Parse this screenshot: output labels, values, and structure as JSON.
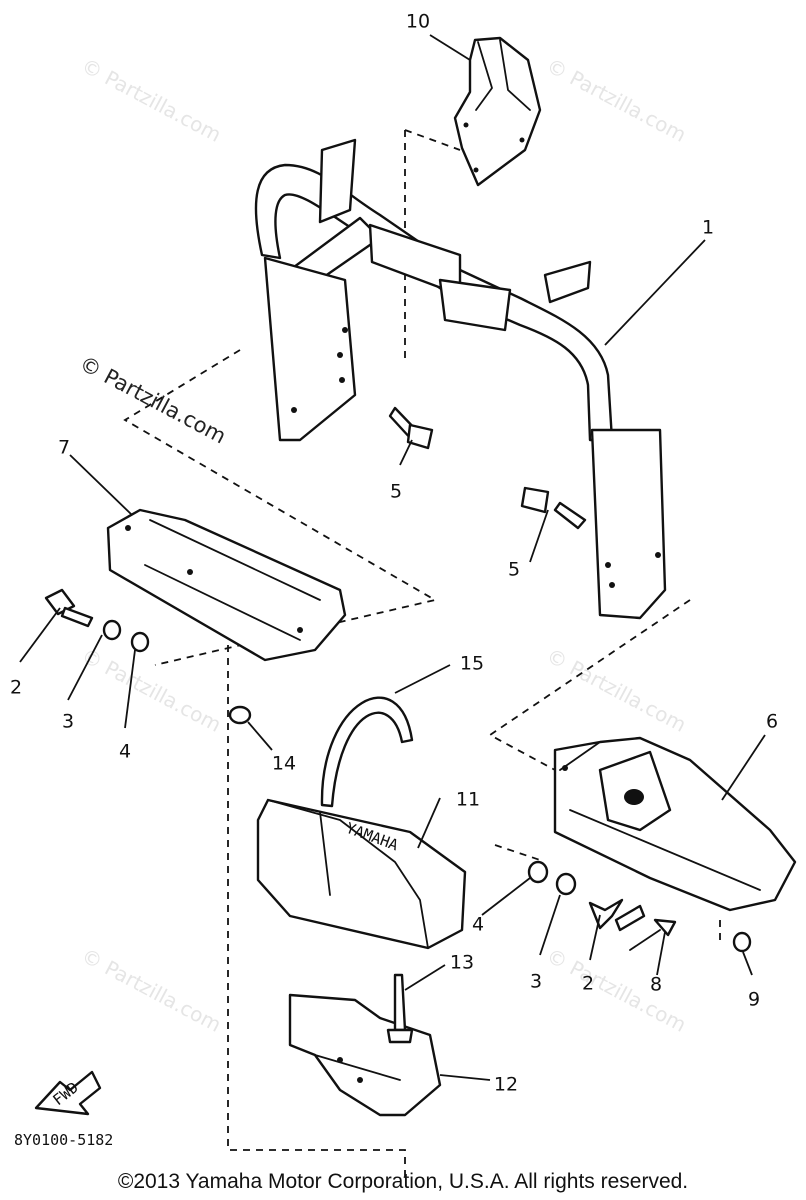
{
  "watermark_text": "© Partzilla.com",
  "diagram_code": "8Y0100-5182",
  "fwd_label": "FWD",
  "brand_mark": "YAMAHA",
  "callouts": [
    "1",
    "2",
    "2",
    "3",
    "3",
    "4",
    "4",
    "5",
    "5",
    "6",
    "7",
    "8",
    "9",
    "10",
    "11",
    "12",
    "13",
    "14",
    "15"
  ],
  "copyright": "©2013 Yamaha Motor Corporation, U.S.A. All rights reserved."
}
